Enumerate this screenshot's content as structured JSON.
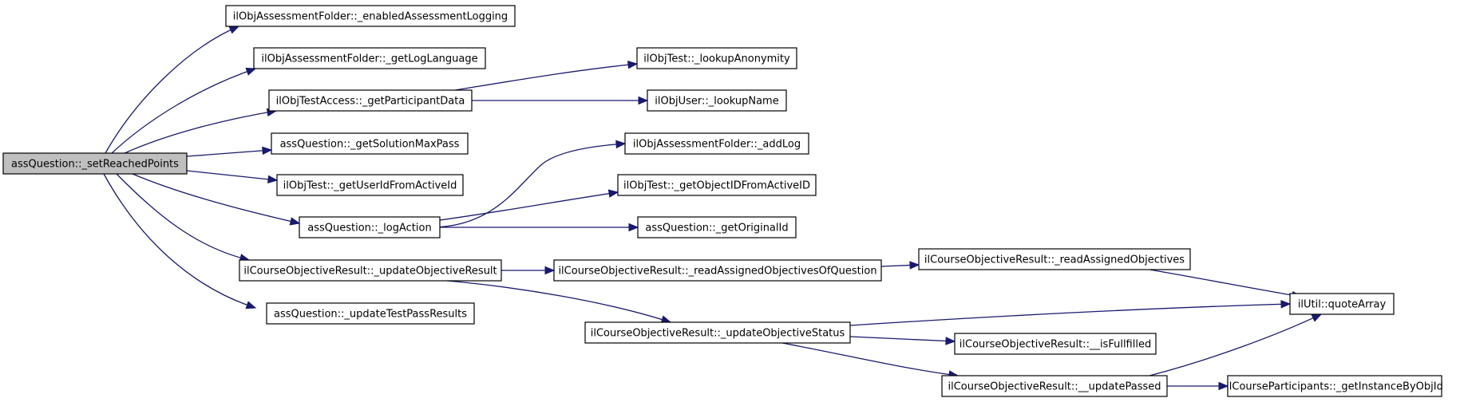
{
  "graph": {
    "colors": {
      "edge": "#191970",
      "root_fill": "#bfbfbf",
      "node_fill": "#ffffff",
      "border": "#000000"
    },
    "root": "n0",
    "nodes": [
      {
        "id": "n0",
        "label": "assQuestion::_setReachedPoints"
      },
      {
        "id": "n1",
        "label": "ilObjAssessmentFolder::_enabledAssessmentLogging"
      },
      {
        "id": "n2",
        "label": "ilObjAssessmentFolder::_getLogLanguage"
      },
      {
        "id": "n3",
        "label": "ilObjTestAccess::_getParticipantData"
      },
      {
        "id": "n4",
        "label": "assQuestion::_getSolutionMaxPass"
      },
      {
        "id": "n5",
        "label": "ilObjTest::_getUserIdFromActiveId"
      },
      {
        "id": "n6",
        "label": "assQuestion::_logAction"
      },
      {
        "id": "n7",
        "label": "ilCourseObjectiveResult::_updateObjectiveResult"
      },
      {
        "id": "n8",
        "label": "assQuestion::_updateTestPassResults"
      },
      {
        "id": "n9",
        "label": "ilObjTest::_lookupAnonymity"
      },
      {
        "id": "n10",
        "label": "ilObjUser::_lookupName"
      },
      {
        "id": "n11",
        "label": "ilObjAssessmentFolder::_addLog"
      },
      {
        "id": "n12",
        "label": "ilObjTest::_getObjectIDFromActiveID"
      },
      {
        "id": "n13",
        "label": "assQuestion::_getOriginalId"
      },
      {
        "id": "n14",
        "label": "ilCourseObjectiveResult::_readAssignedObjectivesOfQuestion"
      },
      {
        "id": "n15",
        "label": "ilCourseObjectiveResult::_updateObjectiveStatus"
      },
      {
        "id": "n16",
        "label": "ilCourseObjectiveResult::_readAssignedObjectives"
      },
      {
        "id": "n17",
        "label": "ilUtil::quoteArray"
      },
      {
        "id": "n18",
        "label": "ilCourseObjectiveResult::__isFullfilled"
      },
      {
        "id": "n19",
        "label": "ilCourseObjectiveResult::__updatePassed"
      },
      {
        "id": "n20",
        "label": "ilCourseParticipants::_getInstanceByObjId"
      }
    ],
    "edges": [
      {
        "from": "n0",
        "to": "n1"
      },
      {
        "from": "n0",
        "to": "n2"
      },
      {
        "from": "n0",
        "to": "n3"
      },
      {
        "from": "n0",
        "to": "n4"
      },
      {
        "from": "n0",
        "to": "n5"
      },
      {
        "from": "n0",
        "to": "n6"
      },
      {
        "from": "n0",
        "to": "n7"
      },
      {
        "from": "n0",
        "to": "n8"
      },
      {
        "from": "n3",
        "to": "n9"
      },
      {
        "from": "n3",
        "to": "n10"
      },
      {
        "from": "n6",
        "to": "n11"
      },
      {
        "from": "n6",
        "to": "n12"
      },
      {
        "from": "n6",
        "to": "n13"
      },
      {
        "from": "n7",
        "to": "n14"
      },
      {
        "from": "n7",
        "to": "n15"
      },
      {
        "from": "n14",
        "to": "n16"
      },
      {
        "from": "n16",
        "to": "n17"
      },
      {
        "from": "n15",
        "to": "n17"
      },
      {
        "from": "n15",
        "to": "n18"
      },
      {
        "from": "n15",
        "to": "n19"
      },
      {
        "from": "n19",
        "to": "n17"
      },
      {
        "from": "n19",
        "to": "n20"
      }
    ]
  }
}
